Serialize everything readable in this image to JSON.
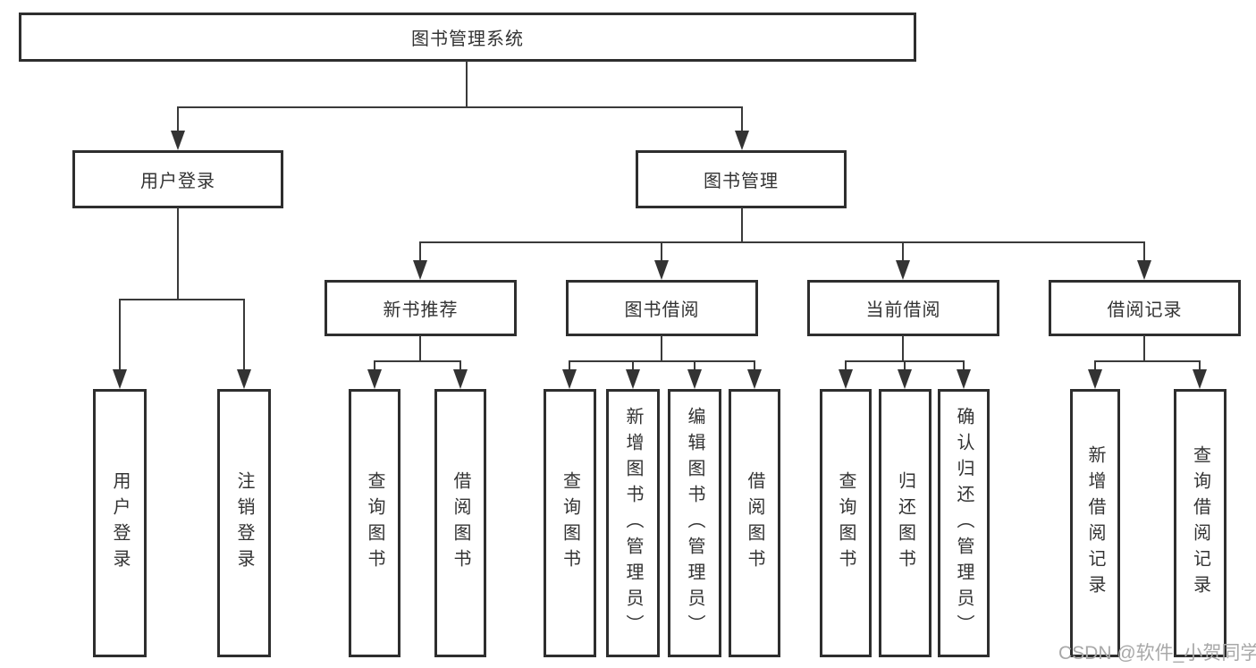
{
  "tree": {
    "root": {
      "label": "图书管理系统"
    },
    "level2": [
      {
        "label": "用户登录",
        "leaves": [
          {
            "label": "用户登录"
          },
          {
            "label": "注销登录"
          }
        ]
      },
      {
        "label": "图书管理",
        "groups": [
          {
            "label": "新书推荐",
            "leaves": [
              {
                "label": "查询图书"
              },
              {
                "label": "借阅图书"
              }
            ]
          },
          {
            "label": "图书借阅",
            "leaves": [
              {
                "label": "查询图书"
              },
              {
                "label": "新增图书（管理员）"
              },
              {
                "label": "编辑图书（管理员）"
              },
              {
                "label": "借阅图书"
              }
            ]
          },
          {
            "label": "当前借阅",
            "leaves": [
              {
                "label": "查询图书"
              },
              {
                "label": "归还图书"
              },
              {
                "label": "确认归还（管理员）"
              }
            ]
          },
          {
            "label": "借阅记录",
            "leaves": [
              {
                "label": "新增借阅记录"
              },
              {
                "label": "查询借阅记录"
              }
            ]
          }
        ]
      }
    ]
  },
  "watermark": {
    "text": "CSDN @软件_小贺同学"
  },
  "colors": {
    "box_border": "#2e2e2e",
    "line": "#3a3a3a",
    "text": "#333333",
    "watermark": "#a8a8a8",
    "background": "#ffffff"
  }
}
